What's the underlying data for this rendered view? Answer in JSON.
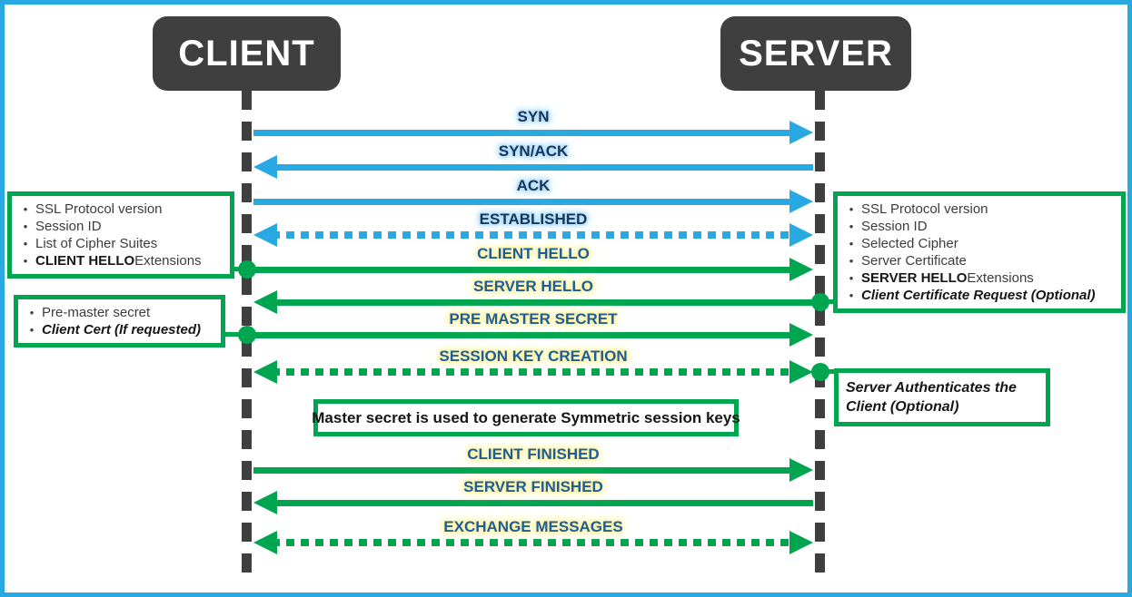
{
  "colors": {
    "border_blue": "#29A9E1",
    "arrow_blue": "#29A9E1",
    "arrow_green": "#00A64F",
    "actor_gray": "#3F3F3F",
    "tcp_label_text": "#17365D",
    "tcp_label_glow": "#AEDCF7",
    "ssl_label_text": "#1E5C9A",
    "ssl_label_glow": "#FBF3A5"
  },
  "bullet_glyph": "•",
  "actors": [
    {
      "id": "client",
      "label": "CLIENT"
    },
    {
      "id": "server",
      "label": "SERVER"
    }
  ],
  "messages": [
    {
      "label": "SYN",
      "phase": "tcp",
      "line": "solid",
      "direction": "right",
      "dot": null
    },
    {
      "label": "SYN/ACK",
      "phase": "tcp",
      "line": "solid",
      "direction": "left",
      "dot": null
    },
    {
      "label": "ACK",
      "phase": "tcp",
      "line": "solid",
      "direction": "right",
      "dot": null
    },
    {
      "label": "ESTABLISHED",
      "phase": "tcp",
      "line": "dotted",
      "direction": "both",
      "dot": null
    },
    {
      "label": "CLIENT HELLO",
      "phase": "ssl",
      "line": "solid",
      "direction": "right",
      "dot": "client"
    },
    {
      "label": "SERVER HELLO",
      "phase": "ssl",
      "line": "solid",
      "direction": "left",
      "dot": "server"
    },
    {
      "label": "PRE MASTER SECRET",
      "phase": "ssl",
      "line": "solid",
      "direction": "right",
      "dot": "client"
    },
    {
      "label": "SESSION KEY CREATION",
      "phase": "ssl",
      "line": "dotted",
      "direction": "both",
      "dot": "server"
    },
    {
      "label": "CLIENT FINISHED",
      "phase": "ssl",
      "line": "solid",
      "direction": "right",
      "dot": null
    },
    {
      "label": "SERVER FINISHED",
      "phase": "ssl",
      "line": "solid",
      "direction": "left",
      "dot": null
    },
    {
      "label": "EXCHANGE MESSAGES",
      "phase": "ssl",
      "line": "dotted",
      "direction": "both",
      "dot": null
    }
  ],
  "note": {
    "text": "Master secret is used to generate Symmetric session keys"
  },
  "annotations": [
    {
      "id": "client-hello-details",
      "bullets": true,
      "items": [
        {
          "text": "SSL Protocol version",
          "format": "normal"
        },
        {
          "text": "Session ID",
          "format": "normal"
        },
        {
          "text": "List of Cipher Suites",
          "format": "normal"
        },
        {
          "lead": "CLIENT HELLO",
          "text": " Extensions",
          "format": "lead-bold"
        }
      ]
    },
    {
      "id": "pre-master-details",
      "bullets": true,
      "items": [
        {
          "text": "Pre-master secret",
          "format": "normal"
        },
        {
          "text": "Client Cert (If requested)",
          "format": "bold-italic"
        }
      ]
    },
    {
      "id": "server-hello-details",
      "bullets": true,
      "items": [
        {
          "text": "SSL Protocol version",
          "format": "normal"
        },
        {
          "text": "Session ID",
          "format": "normal"
        },
        {
          "text": "Selected Cipher",
          "format": "normal"
        },
        {
          "text": "Server Certificate",
          "format": "normal"
        },
        {
          "lead": "SERVER HELLO",
          "text": " Extensions",
          "format": "lead-bold"
        },
        {
          "text": "Client Certificate Request (Optional)",
          "format": "bold-italic"
        }
      ]
    },
    {
      "id": "server-authenticates",
      "bullets": false,
      "items": [
        {
          "text": "Server Authenticates the Client (Optional)",
          "format": "bold-italic"
        }
      ]
    }
  ]
}
